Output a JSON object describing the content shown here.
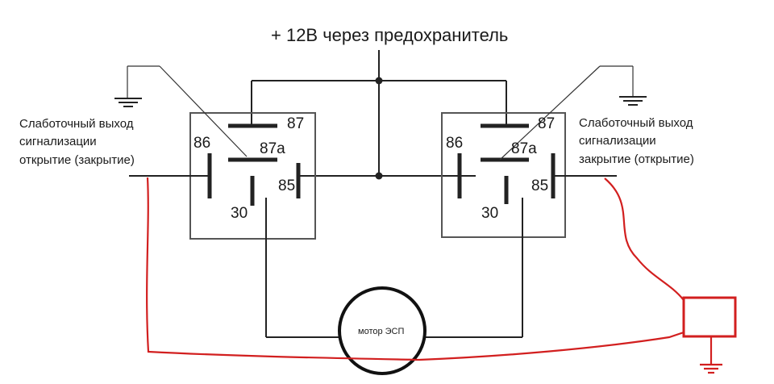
{
  "title": "+ 12В через предохранитель",
  "relay_left": {
    "pins": {
      "p87": "87",
      "p86": "86",
      "p87a": "87a",
      "p85": "85",
      "p30": "30"
    }
  },
  "relay_right": {
    "pins": {
      "p87": "87",
      "p86": "86",
      "p87a": "87a",
      "p85": "85",
      "p30": "30"
    }
  },
  "left_label": [
    "Слаботочный выход",
    "сигнализации",
    "открытие (закрытие)"
  ],
  "right_label": [
    "Слаботочный выход",
    "сигнализации",
    "закрытие (открытие)"
  ],
  "motor_label": "мотор ЭСП",
  "colors": {
    "wire": "#222222",
    "added_wire": "#d21f1f"
  }
}
